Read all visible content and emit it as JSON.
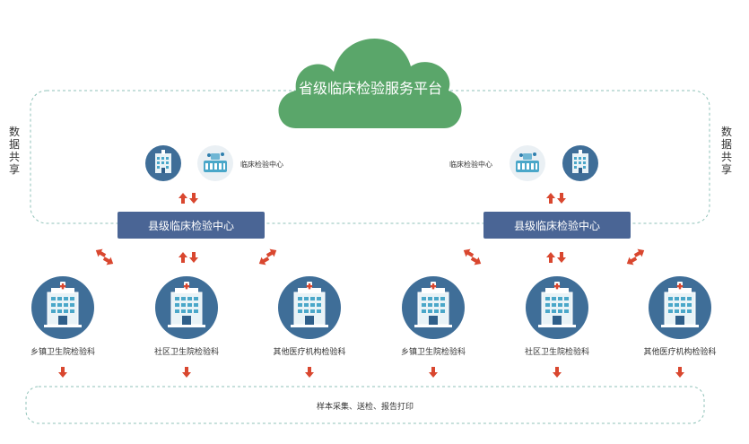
{
  "platform": {
    "title": "省级临床检验服务平台"
  },
  "side_label_left": [
    "数",
    "据",
    "共",
    "享"
  ],
  "side_label_right": [
    "数",
    "据",
    "共",
    "享"
  ],
  "regions": [
    {
      "center_small_label": "临床检验中心",
      "county_center": "县级临床检验中心",
      "institutions": [
        "乡镇卫生院检验科",
        "社区卫生院检验科",
        "其他医疗机构检验科"
      ]
    },
    {
      "center_small_label": "临床检验中心",
      "county_center": "县级临床检验中心",
      "institutions": [
        "乡镇卫生院检验科",
        "社区卫生院检验科",
        "其他医疗机构检验科"
      ]
    }
  ],
  "bottom_bar": {
    "label": "样本采集、送检、报告打印"
  },
  "colors": {
    "cloud": "#5aa66a",
    "county_box": "#4a6595",
    "hospital_circle": "#3f6e98",
    "arrow": "#d9472f",
    "dashed_border": "#8fc2b8"
  },
  "icons": {
    "hospital": "hospital-building-icon",
    "lab_center": "lab-equipment-icon"
  }
}
